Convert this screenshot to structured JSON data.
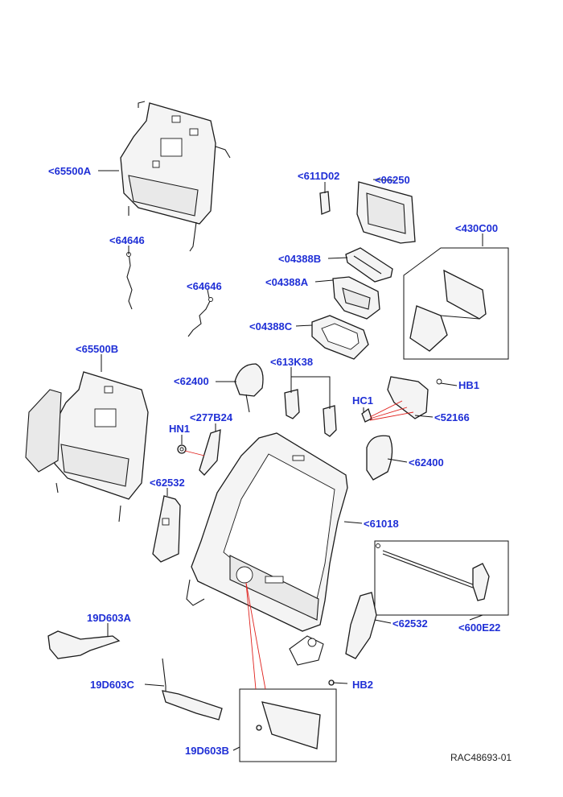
{
  "labels": {
    "l65500A": "<65500A",
    "l64646a": "<64646",
    "l64646b": "<64646",
    "l611D02": "<611D02",
    "l06250": "<06250",
    "l430C00": "<430C00",
    "l04388B": "<04388B",
    "l04388A": "<04388A",
    "l04388C": "<04388C",
    "l65500B": "<65500B",
    "l613K38": "<613K38",
    "l62400a": "<62400",
    "lHB1": "HB1",
    "lHC1": "HC1",
    "l52166": "<52166",
    "lHN1": "HN1",
    "l277B24": "<277B24",
    "l62400b": "<62400",
    "l62532a": "<62532",
    "l61018": "<61018",
    "l600E22": "<600E22",
    "l62532b": "<62532",
    "l19D603A": "19D603A",
    "l19D603C": "19D603C",
    "lHB2": "HB2",
    "l19D603B": "19D603B"
  },
  "reference": "RAC48693-01"
}
